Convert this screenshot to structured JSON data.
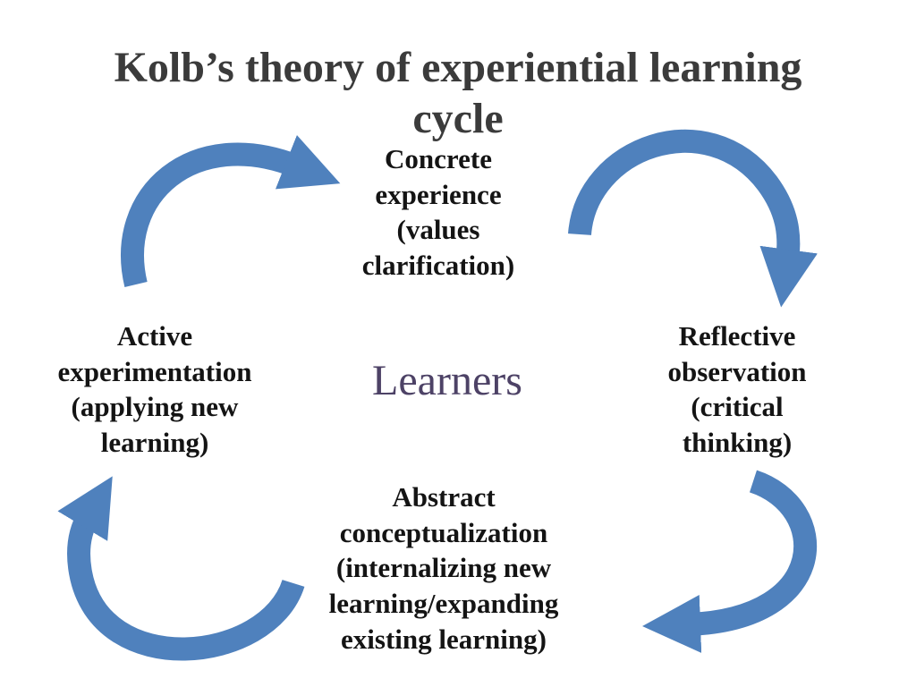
{
  "title": "Kolb’s theory of experiential learning\ncycle",
  "center_label": "Learners",
  "nodes": {
    "concrete": "Concrete\nexperience\n(values\nclarification)",
    "reflective": "Reflective\nobservation\n(critical\nthinking)",
    "abstract": "Abstract\nconceptualization\n(internalizing new\nlearning/expanding\nexisting learning)",
    "active": "Active\nexperimentation\n(applying new\nlearning)"
  },
  "colors": {
    "arrow": "#4f81bd",
    "title_text": "#3b3b3b",
    "label_text": "#141414",
    "center_label_text": "#4d4266"
  }
}
